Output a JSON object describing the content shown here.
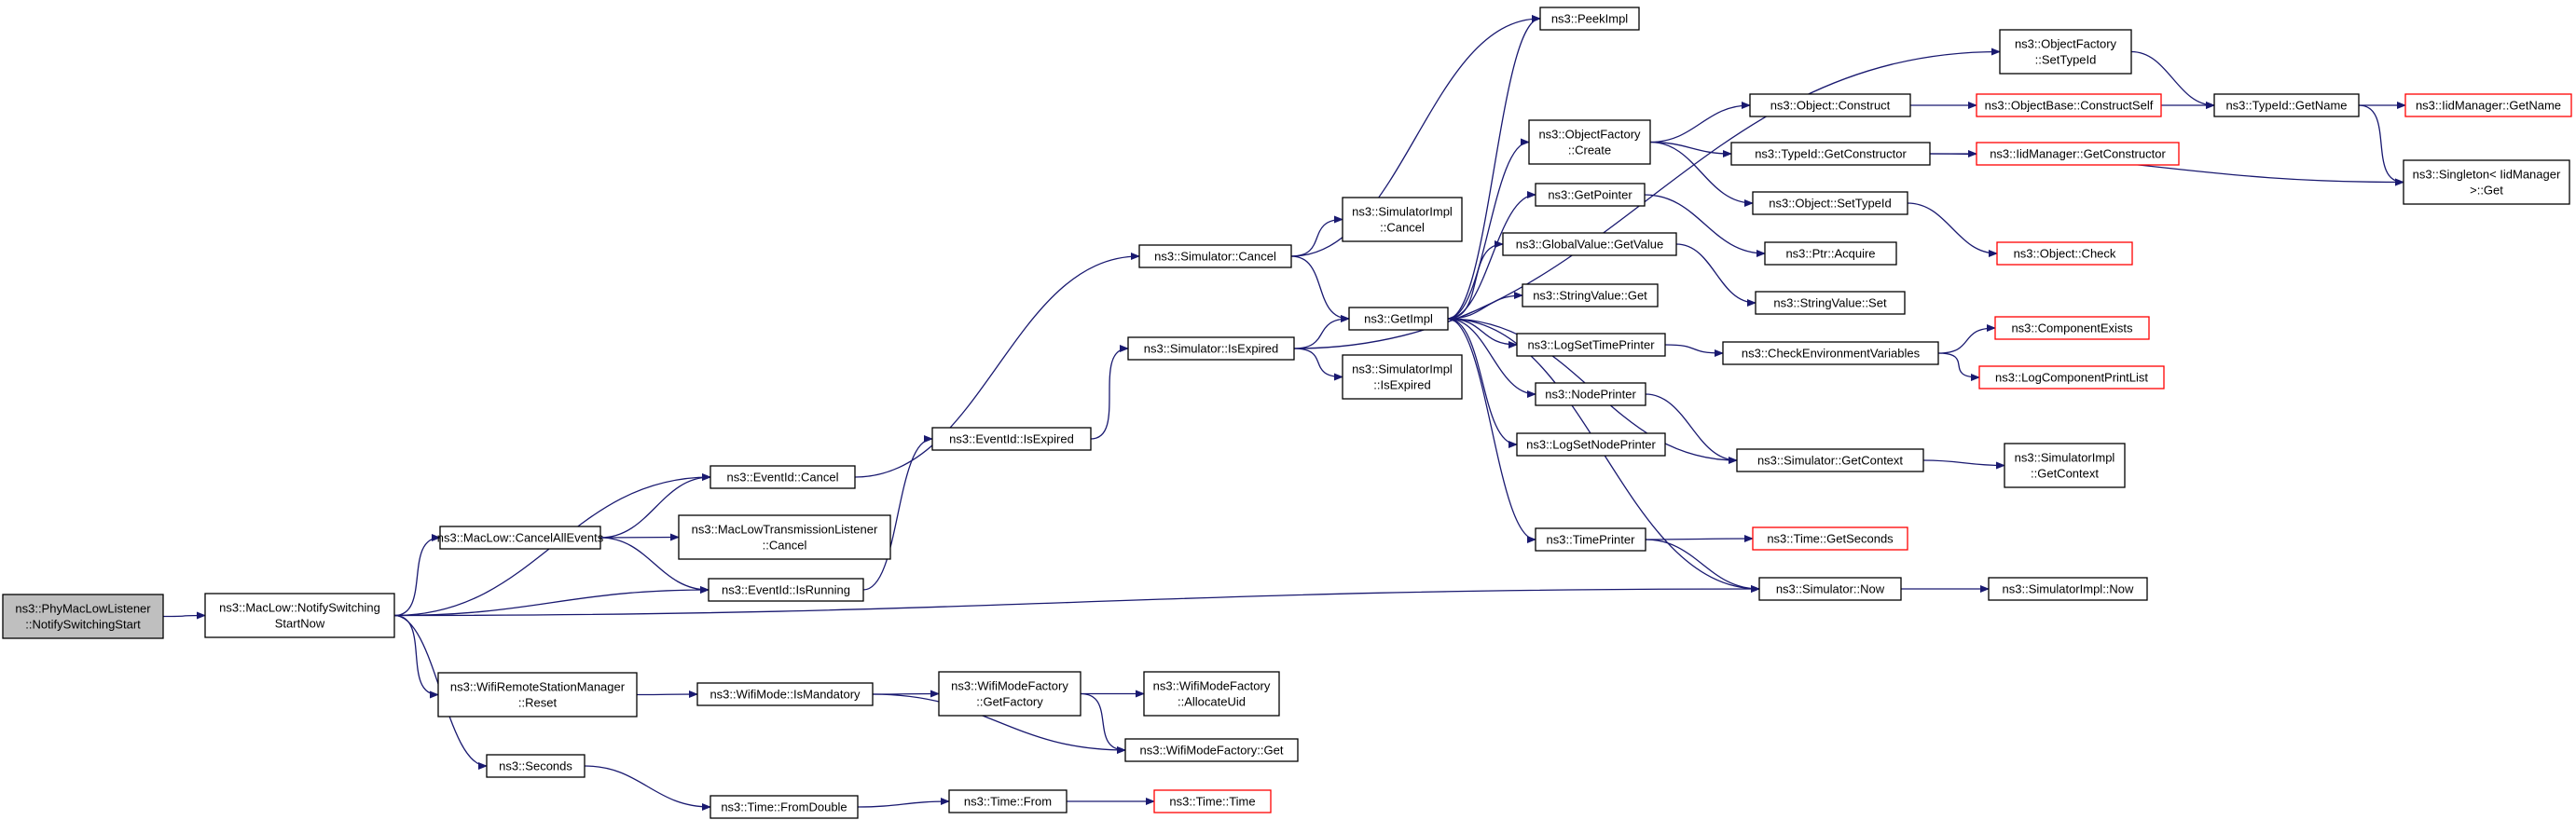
{
  "diagram": {
    "colors": {
      "edge": "#191970",
      "node_border": "#000000",
      "node_border_truncated": "#ff0000",
      "root_fill": "#bfbfbf",
      "node_fill": "#ffffff"
    },
    "nodes": [
      {
        "id": "root",
        "lines": [
          "ns3::PhyMacLowListener",
          "::NotifySwitchingStart"
        ],
        "kind": "root"
      },
      {
        "id": "macnotify",
        "lines": [
          "ns3::MacLow::NotifySwitching",
          "StartNow"
        ],
        "kind": "normal"
      },
      {
        "id": "evcancel",
        "lines": [
          "ns3::EventId::Cancel"
        ],
        "kind": "normal"
      },
      {
        "id": "cancelall",
        "lines": [
          "ns3::MacLow::CancelAllEvents"
        ],
        "kind": "normal"
      },
      {
        "id": "mtlcancel",
        "lines": [
          "ns3::MacLowTransmissionListener",
          "::Cancel"
        ],
        "kind": "normal"
      },
      {
        "id": "isrunning",
        "lines": [
          "ns3::EventId::IsRunning"
        ],
        "kind": "normal"
      },
      {
        "id": "wrsmreset",
        "lines": [
          "ns3::WifiRemoteStationManager",
          "::Reset"
        ],
        "kind": "normal"
      },
      {
        "id": "seconds",
        "lines": [
          "ns3::Seconds"
        ],
        "kind": "normal"
      },
      {
        "id": "evisexpired",
        "lines": [
          "ns3::EventId::IsExpired"
        ],
        "kind": "normal"
      },
      {
        "id": "simcancel",
        "lines": [
          "ns3::Simulator::Cancel"
        ],
        "kind": "normal"
      },
      {
        "id": "simisexpired",
        "lines": [
          "ns3::Simulator::IsExpired"
        ],
        "kind": "normal"
      },
      {
        "id": "wifimodemand",
        "lines": [
          "ns3::WifiMode::IsMandatory"
        ],
        "kind": "normal"
      },
      {
        "id": "wmfgetfactory",
        "lines": [
          "ns3::WifiModeFactory",
          "::GetFactory"
        ],
        "kind": "normal"
      },
      {
        "id": "wmfalloc",
        "lines": [
          "ns3::WifiModeFactory",
          "::AllocateUid"
        ],
        "kind": "normal"
      },
      {
        "id": "wmfget",
        "lines": [
          "ns3::WifiModeFactory::Get"
        ],
        "kind": "normal"
      },
      {
        "id": "fromdouble",
        "lines": [
          "ns3::Time::FromDouble"
        ],
        "kind": "normal"
      },
      {
        "id": "timefrom",
        "lines": [
          "ns3::Time::From"
        ],
        "kind": "normal"
      },
      {
        "id": "timetime",
        "lines": [
          "ns3::Time::Time"
        ],
        "kind": "truncated"
      },
      {
        "id": "simimplcancel",
        "lines": [
          "ns3::SimulatorImpl",
          "::Cancel"
        ],
        "kind": "normal"
      },
      {
        "id": "getimpl",
        "lines": [
          "ns3::GetImpl"
        ],
        "kind": "normal"
      },
      {
        "id": "simimplisexp",
        "lines": [
          "ns3::SimulatorImpl",
          "::IsExpired"
        ],
        "kind": "normal"
      },
      {
        "id": "peekimpl",
        "lines": [
          "ns3::PeekImpl"
        ],
        "kind": "normal"
      },
      {
        "id": "ofcreate",
        "lines": [
          "ns3::ObjectFactory",
          "::Create"
        ],
        "kind": "normal"
      },
      {
        "id": "getpointer",
        "lines": [
          "ns3::GetPointer"
        ],
        "kind": "normal"
      },
      {
        "id": "gvgetvalue",
        "lines": [
          "ns3::GlobalValue::GetValue"
        ],
        "kind": "normal"
      },
      {
        "id": "svget",
        "lines": [
          "ns3::StringValue::Get"
        ],
        "kind": "normal"
      },
      {
        "id": "logsettime",
        "lines": [
          "ns3::LogSetTimePrinter"
        ],
        "kind": "normal"
      },
      {
        "id": "nodeprinter",
        "lines": [
          "ns3::NodePrinter"
        ],
        "kind": "normal"
      },
      {
        "id": "logsetnode",
        "lines": [
          "ns3::LogSetNodePrinter"
        ],
        "kind": "normal"
      },
      {
        "id": "timeprinter",
        "lines": [
          "ns3::TimePrinter"
        ],
        "kind": "normal"
      },
      {
        "id": "ofsettypeid",
        "lines": [
          "ns3::ObjectFactory",
          "::SetTypeId"
        ],
        "kind": "normal"
      },
      {
        "id": "objconstruct",
        "lines": [
          "ns3::Object::Construct"
        ],
        "kind": "normal"
      },
      {
        "id": "tidgetctor",
        "lines": [
          "ns3::TypeId::GetConstructor"
        ],
        "kind": "normal"
      },
      {
        "id": "objsettypeid",
        "lines": [
          "ns3::Object::SetTypeId"
        ],
        "kind": "normal"
      },
      {
        "id": "ptracquire",
        "lines": [
          "ns3::Ptr::Acquire"
        ],
        "kind": "normal"
      },
      {
        "id": "svset",
        "lines": [
          "ns3::StringValue::Set"
        ],
        "kind": "normal"
      },
      {
        "id": "checkenv",
        "lines": [
          "ns3::CheckEnvironmentVariables"
        ],
        "kind": "normal"
      },
      {
        "id": "simgetcontext",
        "lines": [
          "ns3::Simulator::GetContext"
        ],
        "kind": "normal"
      },
      {
        "id": "timegetseconds",
        "lines": [
          "ns3::Time::GetSeconds"
        ],
        "kind": "truncated"
      },
      {
        "id": "simnow",
        "lines": [
          "ns3::Simulator::Now"
        ],
        "kind": "normal"
      },
      {
        "id": "obconstructself",
        "lines": [
          "ns3::ObjectBase::ConstructSelf"
        ],
        "kind": "truncated"
      },
      {
        "id": "iidgetctor",
        "lines": [
          "ns3::IidManager::GetConstructor"
        ],
        "kind": "truncated"
      },
      {
        "id": "objcheck",
        "lines": [
          "ns3::Object::Check"
        ],
        "kind": "truncated"
      },
      {
        "id": "compexists",
        "lines": [
          "ns3::ComponentExists"
        ],
        "kind": "truncated"
      },
      {
        "id": "logcompprint",
        "lines": [
          "ns3::LogComponentPrintList"
        ],
        "kind": "truncated"
      },
      {
        "id": "simimplgetctx",
        "lines": [
          "ns3::SimulatorImpl",
          "::GetContext"
        ],
        "kind": "normal"
      },
      {
        "id": "simimplnow",
        "lines": [
          "ns3::SimulatorImpl::Now"
        ],
        "kind": "normal"
      },
      {
        "id": "tidgetname",
        "lines": [
          "ns3::TypeId::GetName"
        ],
        "kind": "normal"
      },
      {
        "id": "iidgetname",
        "lines": [
          "ns3::IidManager::GetName"
        ],
        "kind": "truncated"
      },
      {
        "id": "singletonget",
        "lines": [
          "ns3::Singleton< IidManager",
          " >::Get"
        ],
        "kind": "normal"
      }
    ],
    "edges": [
      [
        "root",
        "macnotify"
      ],
      [
        "macnotify",
        "evcancel"
      ],
      [
        "macnotify",
        "cancelall"
      ],
      [
        "macnotify",
        "isrunning"
      ],
      [
        "macnotify",
        "simnow"
      ],
      [
        "macnotify",
        "wrsmreset"
      ],
      [
        "macnotify",
        "seconds"
      ],
      [
        "cancelall",
        "evcancel"
      ],
      [
        "cancelall",
        "mtlcancel"
      ],
      [
        "cancelall",
        "isrunning"
      ],
      [
        "evcancel",
        "simcancel"
      ],
      [
        "isrunning",
        "evisexpired"
      ],
      [
        "evisexpired",
        "simisexpired"
      ],
      [
        "simcancel",
        "peekimpl"
      ],
      [
        "simcancel",
        "simimplcancel"
      ],
      [
        "simcancel",
        "getimpl"
      ],
      [
        "simisexpired",
        "getimpl"
      ],
      [
        "simisexpired",
        "simimplisexp"
      ],
      [
        "simisexpired",
        "ofsettypeid"
      ],
      [
        "getimpl",
        "peekimpl"
      ],
      [
        "getimpl",
        "ofcreate"
      ],
      [
        "getimpl",
        "getpointer"
      ],
      [
        "getimpl",
        "gvgetvalue"
      ],
      [
        "getimpl",
        "svget"
      ],
      [
        "getimpl",
        "logsettime"
      ],
      [
        "getimpl",
        "nodeprinter"
      ],
      [
        "getimpl",
        "logsetnode"
      ],
      [
        "getimpl",
        "timeprinter"
      ],
      [
        "getimpl",
        "simnow"
      ],
      [
        "simgetcontext",
        "getimpl"
      ],
      [
        "ofcreate",
        "objconstruct"
      ],
      [
        "ofcreate",
        "tidgetctor"
      ],
      [
        "ofcreate",
        "objsettypeid"
      ],
      [
        "objconstruct",
        "obconstructself"
      ],
      [
        "tidgetctor",
        "iidgetctor"
      ],
      [
        "tidgetctor",
        "singletonget"
      ],
      [
        "objsettypeid",
        "objcheck"
      ],
      [
        "getpointer",
        "ptracquire"
      ],
      [
        "gvgetvalue",
        "svset"
      ],
      [
        "logsettime",
        "checkenv"
      ],
      [
        "checkenv",
        "compexists"
      ],
      [
        "checkenv",
        "logcompprint"
      ],
      [
        "nodeprinter",
        "simgetcontext"
      ],
      [
        "simgetcontext",
        "simimplgetctx"
      ],
      [
        "timeprinter",
        "timegetseconds"
      ],
      [
        "timeprinter",
        "simnow"
      ],
      [
        "simnow",
        "simimplnow"
      ],
      [
        "ofsettypeid",
        "tidgetname"
      ],
      [
        "obconstructself",
        "tidgetname"
      ],
      [
        "tidgetname",
        "iidgetname"
      ],
      [
        "tidgetname",
        "singletonget"
      ],
      [
        "wrsmreset",
        "wifimodemand"
      ],
      [
        "wifimodemand",
        "wmfgetfactory"
      ],
      [
        "wifimodemand",
        "wmfget"
      ],
      [
        "wmfgetfactory",
        "wmfalloc"
      ],
      [
        "wmfgetfactory",
        "wmfget"
      ],
      [
        "seconds",
        "fromdouble"
      ],
      [
        "fromdouble",
        "timefrom"
      ],
      [
        "timefrom",
        "timetime"
      ]
    ]
  }
}
